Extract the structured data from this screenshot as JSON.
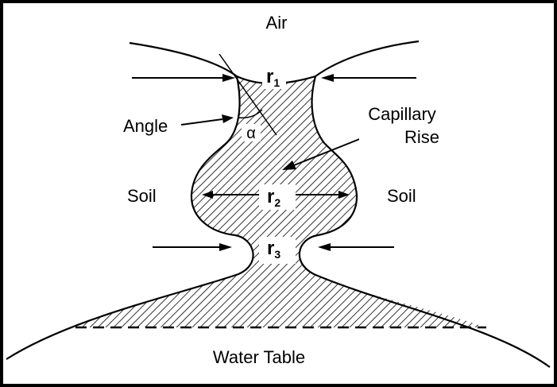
{
  "diagram": {
    "labels": {
      "air": "Air",
      "r1": "r",
      "r1_sub": "1",
      "r2": "r",
      "r2_sub": "2",
      "r3": "r",
      "r3_sub": "3",
      "angle": "Angle",
      "alpha": "α",
      "capillary": "Capillary",
      "rise": "Rise",
      "soil_left": "Soil",
      "soil_right": "Soil",
      "water_table": "Water Table"
    },
    "colors": {
      "stroke": "#000000",
      "background": "#ffffff",
      "border": "#000000"
    }
  }
}
